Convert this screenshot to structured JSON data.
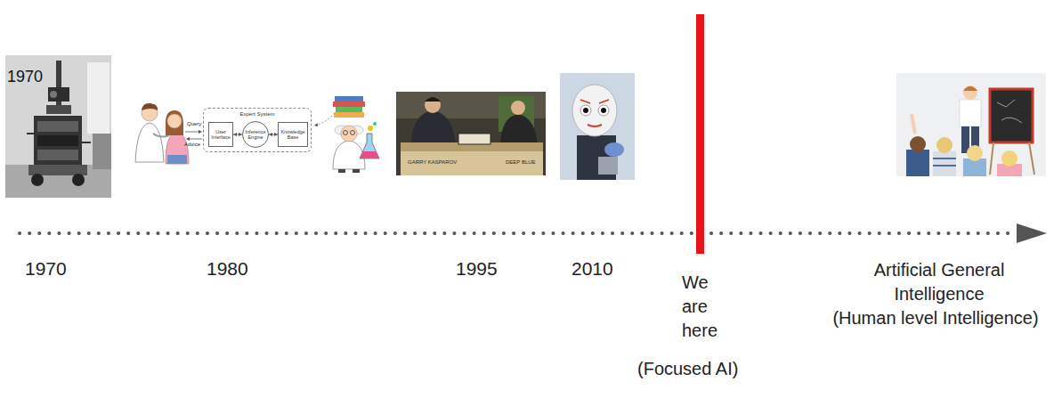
{
  "diagram": {
    "nodes": [
      {
        "text": [
          "Expert System"
        ]
      },
      {
        "text": [
          "User Interface"
        ],
        "in": 0
      },
      {
        "text": [
          "Inference Engine"
        ],
        "in": 0
      },
      {
        "text": [
          "Knowledge Base"
        ],
        "in": 0
      }
    ],
    "edges": [
      {
        "from": 1,
        "to": 2,
        "arrow": "both"
      },
      {
        "from": 2,
        "to": 3,
        "arrow": "both"
      }
    ],
    "labels": [
      "1970",
      "Query",
      "Advice",
      "GARRY KASPAROV",
      "DEEP BLUE",
      "1970",
      "1980",
      "1995",
      "2010",
      "We are here",
      "(Focused AI)",
      "Artificial General Intelligence",
      "(Human level Intelligence)"
    ]
  }
}
